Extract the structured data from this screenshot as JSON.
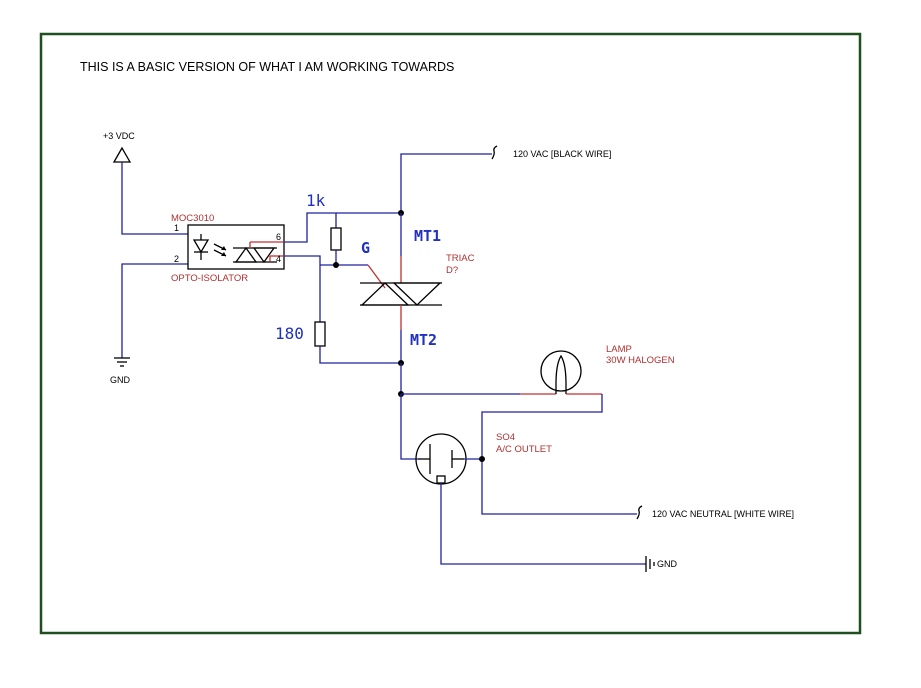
{
  "title": "THIS IS A BASIC VERSION OF WHAT I AM WORKING TOWARDS",
  "supply": {
    "label": "+3 VDC"
  },
  "ground_left": {
    "label": "GND"
  },
  "opto": {
    "part": "MOC3010",
    "name": "OPTO-ISOLATOR",
    "pins": {
      "p1": "1",
      "p2": "2",
      "p4": "4",
      "p6": "6"
    }
  },
  "resistor_1k": {
    "label": "1k"
  },
  "resistor_180": {
    "label": "180"
  },
  "triac": {
    "name": "TRIAC",
    "ref": "D?",
    "gate": "G",
    "mt1": "MT1",
    "mt2": "MT2"
  },
  "hot": {
    "label": "120 VAC [BLACK WIRE]"
  },
  "lamp": {
    "name": "LAMP",
    "desc": "30W HALOGEN"
  },
  "outlet": {
    "ref": "SO4",
    "name": "A/C OUTLET"
  },
  "neutral": {
    "label": "120 VAC NEUTRAL [WHITE WIRE]"
  },
  "ground_right": {
    "label": "GND"
  },
  "colors": {
    "frame": "#1f4f1f",
    "wire": "#2020a0",
    "component_label": "#b03030",
    "value_label": "#2030c0"
  }
}
